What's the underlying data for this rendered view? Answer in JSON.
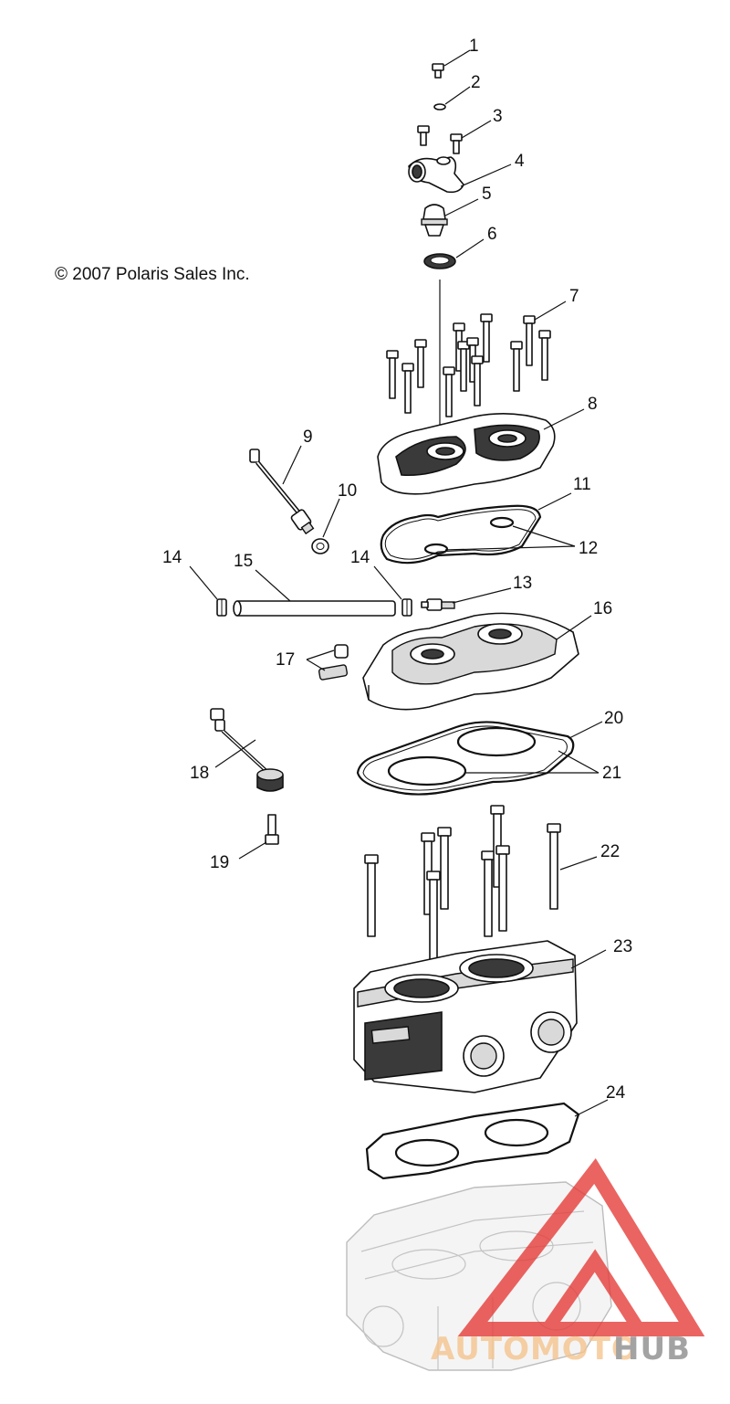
{
  "copyright": "© 2007 Polaris Sales Inc.",
  "callouts": [
    "1",
    "2",
    "3",
    "4",
    "5",
    "6",
    "7",
    "8",
    "9",
    "10",
    "11",
    "12",
    "13",
    "14",
    "14",
    "15",
    "16",
    "17",
    "18",
    "19",
    "20",
    "21",
    "22",
    "23",
    "24"
  ],
  "watermark": {
    "text_a": "AUTOMOTO",
    "text_b": "HUB",
    "color_a": "#f5c38c",
    "color_b": "#8a8a8a",
    "logo_color": "#e53935"
  }
}
